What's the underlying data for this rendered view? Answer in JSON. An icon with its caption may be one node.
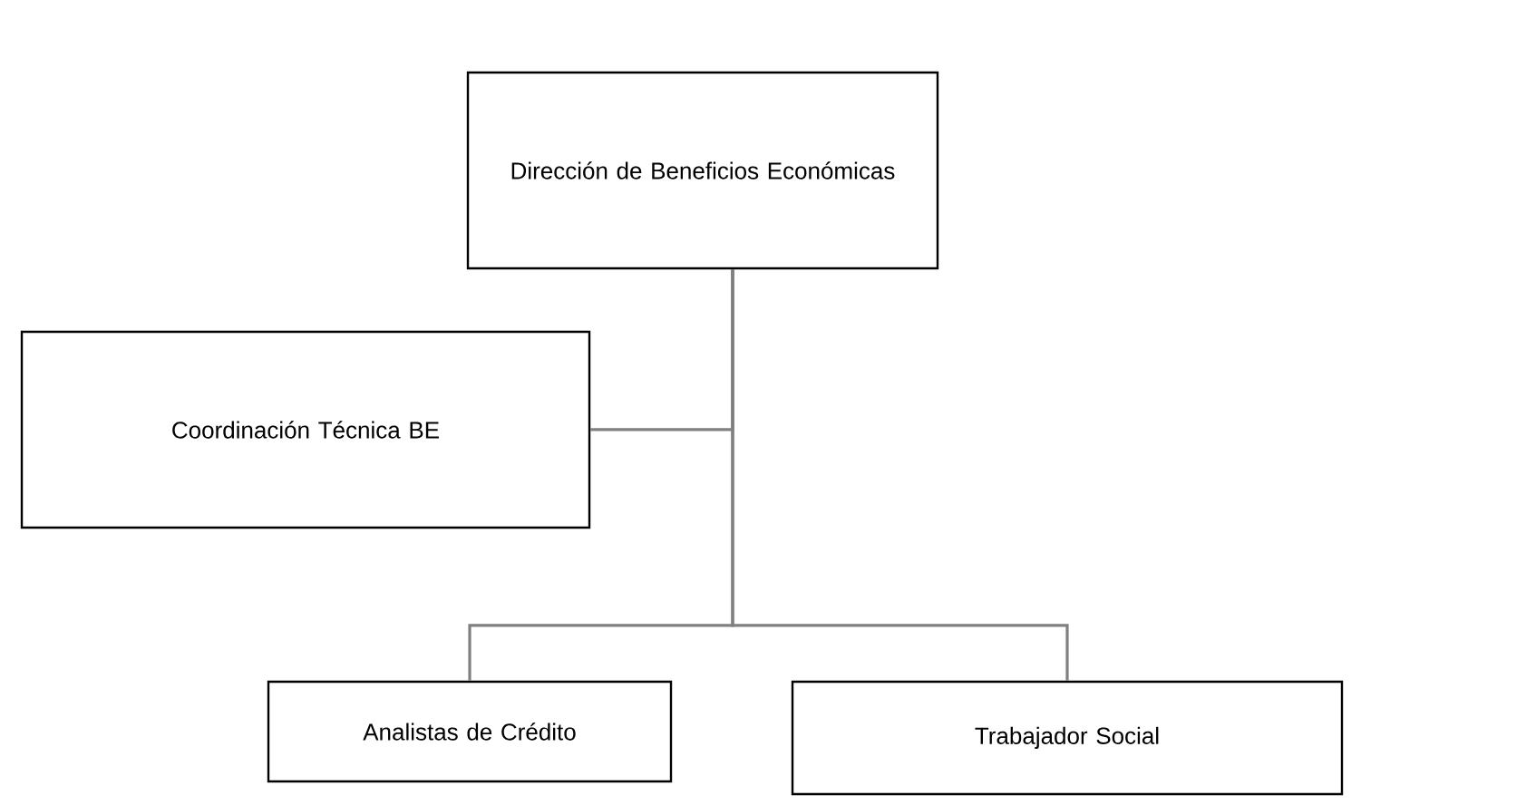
{
  "diagram": {
    "nodes": [
      {
        "text": [
          "Dirección de Beneficios Económicas"
        ]
      },
      {
        "text": [
          "Coordinación Técnica BE"
        ]
      },
      {
        "text": [
          "Analistas de Crédito"
        ]
      },
      {
        "text": [
          "Trabajador Social"
        ]
      }
    ],
    "edges": [
      {
        "from": 0,
        "to": 1,
        "arrow": "none"
      },
      {
        "from": 0,
        "to": 2,
        "arrow": "none"
      },
      {
        "from": 0,
        "to": 3,
        "arrow": "none"
      }
    ]
  }
}
